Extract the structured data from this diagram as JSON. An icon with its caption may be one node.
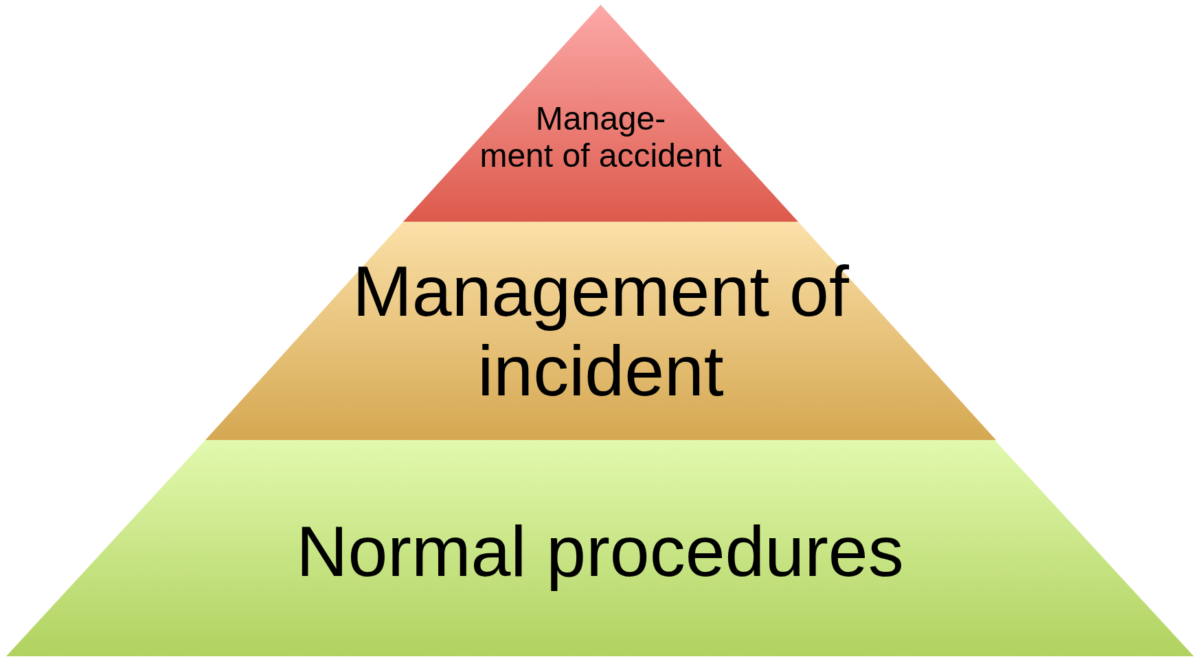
{
  "diagram": {
    "nodes": [
      {
        "text": [
          "Manage- ment of accident"
        ]
      },
      {
        "text": [
          "Management of incident"
        ]
      },
      {
        "text": [
          "Normal procedures"
        ]
      }
    ]
  }
}
